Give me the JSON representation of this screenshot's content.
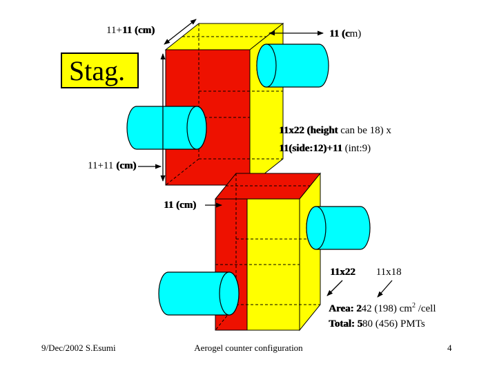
{
  "colors": {
    "box_red": "#EE1100",
    "box_yellow": "#FFFF00",
    "pmt_cyan": "#00FFFF"
  },
  "stag_label": "Stag.",
  "dims": {
    "top_depth": {
      "normal": "11+",
      "bold": "11 (cm)"
    },
    "top_width": {
      "bold": "11 (c",
      "normal": "m)"
    },
    "left_height": {
      "normal": "11+11 ",
      "bold": "(cm)"
    },
    "bottom_width": {
      "bold": "11 (cm)"
    }
  },
  "formula": {
    "line1_bold": "11x22 (height",
    "line1_normal": " can be 18) x",
    "line2_bold": "11(side:12)+11",
    "line2_normal": " (int:9)"
  },
  "cells": {
    "option1": "11x22",
    "option2": "11x18"
  },
  "stats": {
    "area_bold": "Area: 2",
    "area_normal": "42 (198) cm",
    "area_sup": "2",
    "area_tail": " /cell",
    "total_bold": "Total: 5",
    "total_normal": "80 (456) PMTs"
  },
  "footer": {
    "left": "9/Dec/2002 S.Esumi",
    "center": "Aerogel counter configuration",
    "page": "4"
  }
}
